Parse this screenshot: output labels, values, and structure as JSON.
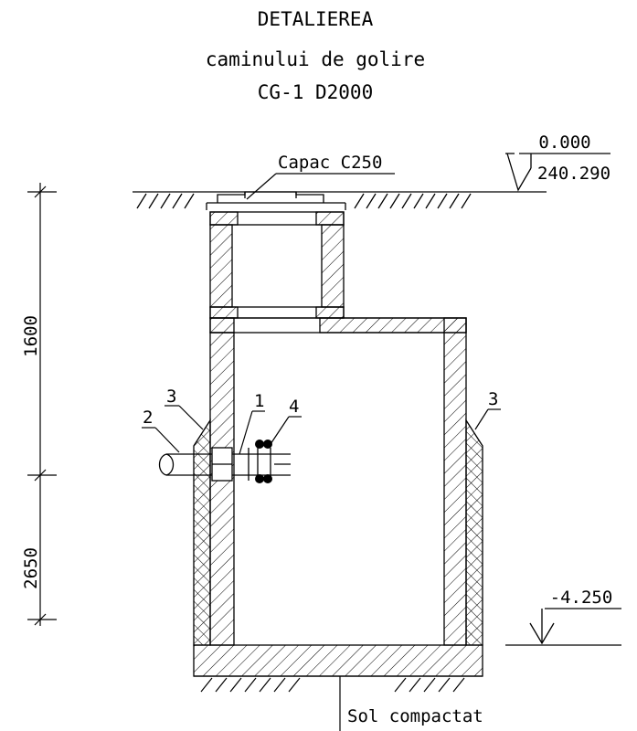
{
  "title": {
    "line1": "DETALIEREA",
    "line2": "caminului de golire",
    "line3": "CG-1 D2000"
  },
  "levels": {
    "ground_relative": "0.000",
    "ground_absolute": "240.290",
    "bottom_relative": "-4.250"
  },
  "dimensions": {
    "upper": "1600",
    "lower": "2650"
  },
  "labels": {
    "cover": "Capac C250",
    "soil": "Sol compactat"
  },
  "callouts": {
    "c1": "1",
    "c2": "2",
    "c3_left": "3",
    "c3_right": "3",
    "c4": "4"
  }
}
